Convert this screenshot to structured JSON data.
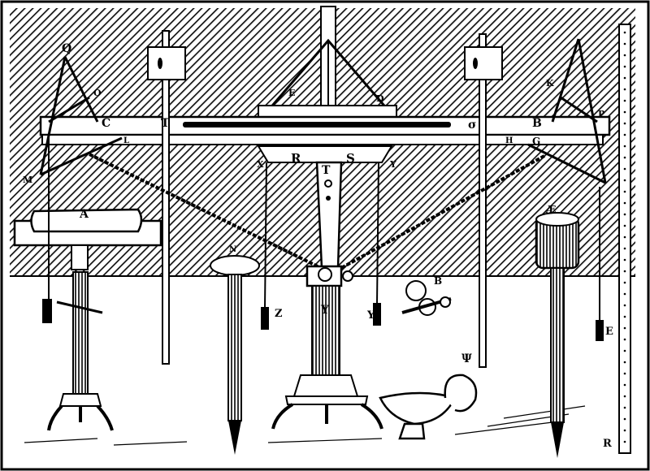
{
  "figure": {
    "labels": {
      "beam_C": "C",
      "beam_T": "T",
      "beam_B": "B",
      "beam_sigma": "σ",
      "beam_G": "G",
      "beam_H": "H",
      "beam_L": "L",
      "top_E": "E",
      "top_D": "D",
      "left_Q": "Q",
      "left_O": "O",
      "left_M": "M",
      "right_K": "K",
      "right_P": "P",
      "center_X": "X",
      "center_R": "R",
      "center_S": "S",
      "center_Y": "Y",
      "pillar_T": "T",
      "pillar_Upsilon": "Υ",
      "drum_A": "A",
      "weight_Z": "Z",
      "weight_Y": "Y",
      "weight_E": "E",
      "gear_B": "B",
      "gear_N": "N",
      "drum_right": "Æ",
      "cup_Psi": "Ψ",
      "rod_R": "R"
    }
  },
  "colors": {
    "ink": "#000000",
    "paper": "#ffffff",
    "hatch": "#1a1a1a"
  }
}
